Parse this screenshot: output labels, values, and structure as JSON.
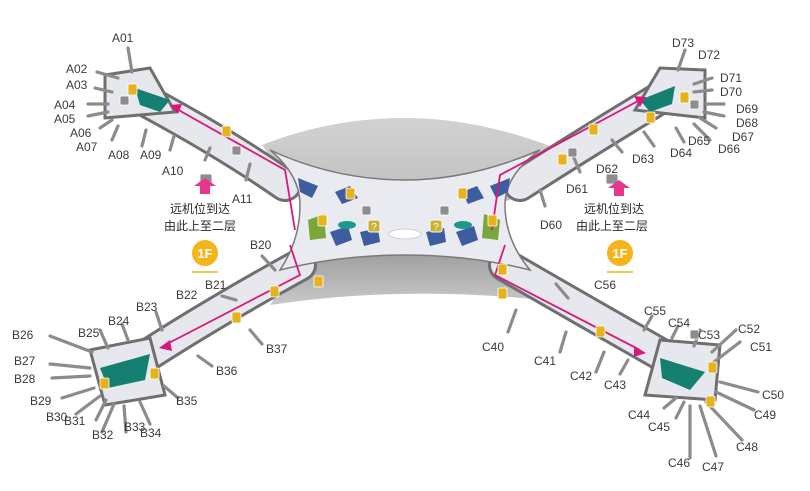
{
  "gates": {
    "A": [
      "A01",
      "A02",
      "A03",
      "A04",
      "A05",
      "A06",
      "A07",
      "A08",
      "A09",
      "A10",
      "A11"
    ],
    "B": [
      "B20",
      "B21",
      "B22",
      "B23",
      "B24",
      "B25",
      "B26",
      "B27",
      "B28",
      "B29",
      "B30",
      "B31",
      "B32",
      "B33",
      "B34",
      "B35",
      "B36",
      "B37"
    ],
    "C": [
      "C40",
      "C41",
      "C42",
      "C43",
      "C44",
      "C45",
      "C46",
      "C47",
      "C48",
      "C49",
      "C50",
      "C51",
      "C52",
      "C53",
      "C54",
      "C55",
      "C56"
    ],
    "D": [
      "D60",
      "D61",
      "D62",
      "D63",
      "D64",
      "D65",
      "D66",
      "D67",
      "D68",
      "D69",
      "D70",
      "D71",
      "D72",
      "D73"
    ]
  },
  "notes": {
    "left": {
      "line1": "远机位到达",
      "line2": "由此上至二层",
      "floor": "1F"
    },
    "right": {
      "line1": "远机位到达",
      "line2": "由此上至二层",
      "floor": "1F"
    }
  },
  "colors": {
    "route": "#d6197a",
    "arrow": "#e8368f",
    "floor_badge": "#f4b41a",
    "lounge": "#157f72",
    "seating": "#3e5d9e",
    "garden": "#7aa63a",
    "facility_icon": "#e7b21a"
  },
  "icons": [
    "restroom-icon",
    "escalator-icon",
    "info-icon",
    "up-arrow-icon",
    "floor-badge-icon"
  ]
}
